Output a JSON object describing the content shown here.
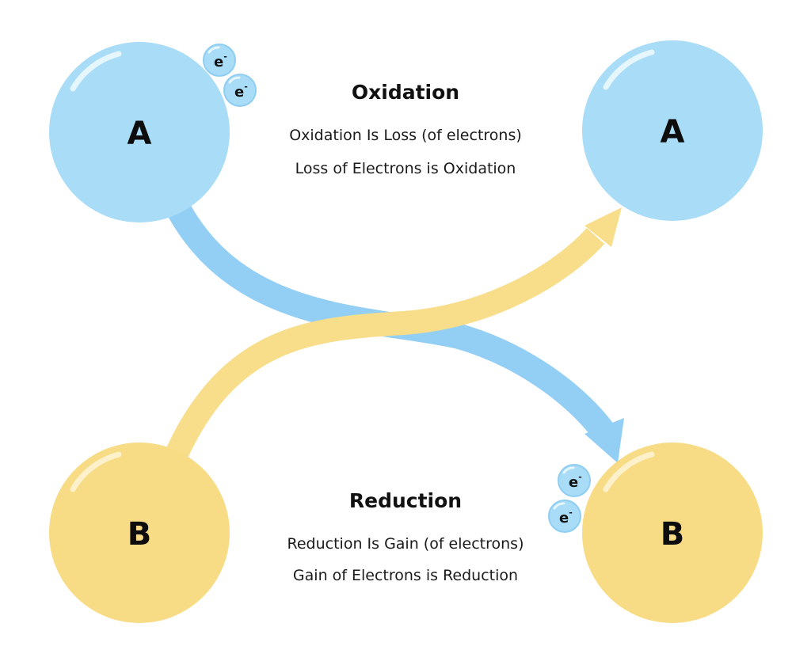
{
  "oxidation": {
    "title": "Oxidation",
    "lines": [
      "Oxidation Is Loss (of electrons)",
      "Loss of Electrons is Oxidation"
    ]
  },
  "reduction": {
    "title": "Reduction",
    "lines": [
      "Reduction Is Gain (of electrons)",
      "Gain of Electrons is Reduction"
    ]
  },
  "atoms": {
    "a_left": "A",
    "a_right": "A",
    "b_left": "B",
    "b_right": "B"
  },
  "electron": {
    "symbol": "e",
    "charge": "-"
  },
  "colors": {
    "blue_fill": "#a8dcf7",
    "blue_shade": "#8fcdf2",
    "blue_arrow": "#93cff5",
    "yellow_fill": "#f8dc85",
    "yellow_shade": "#f6c978",
    "yellow_arrow": "#f8de8a"
  }
}
